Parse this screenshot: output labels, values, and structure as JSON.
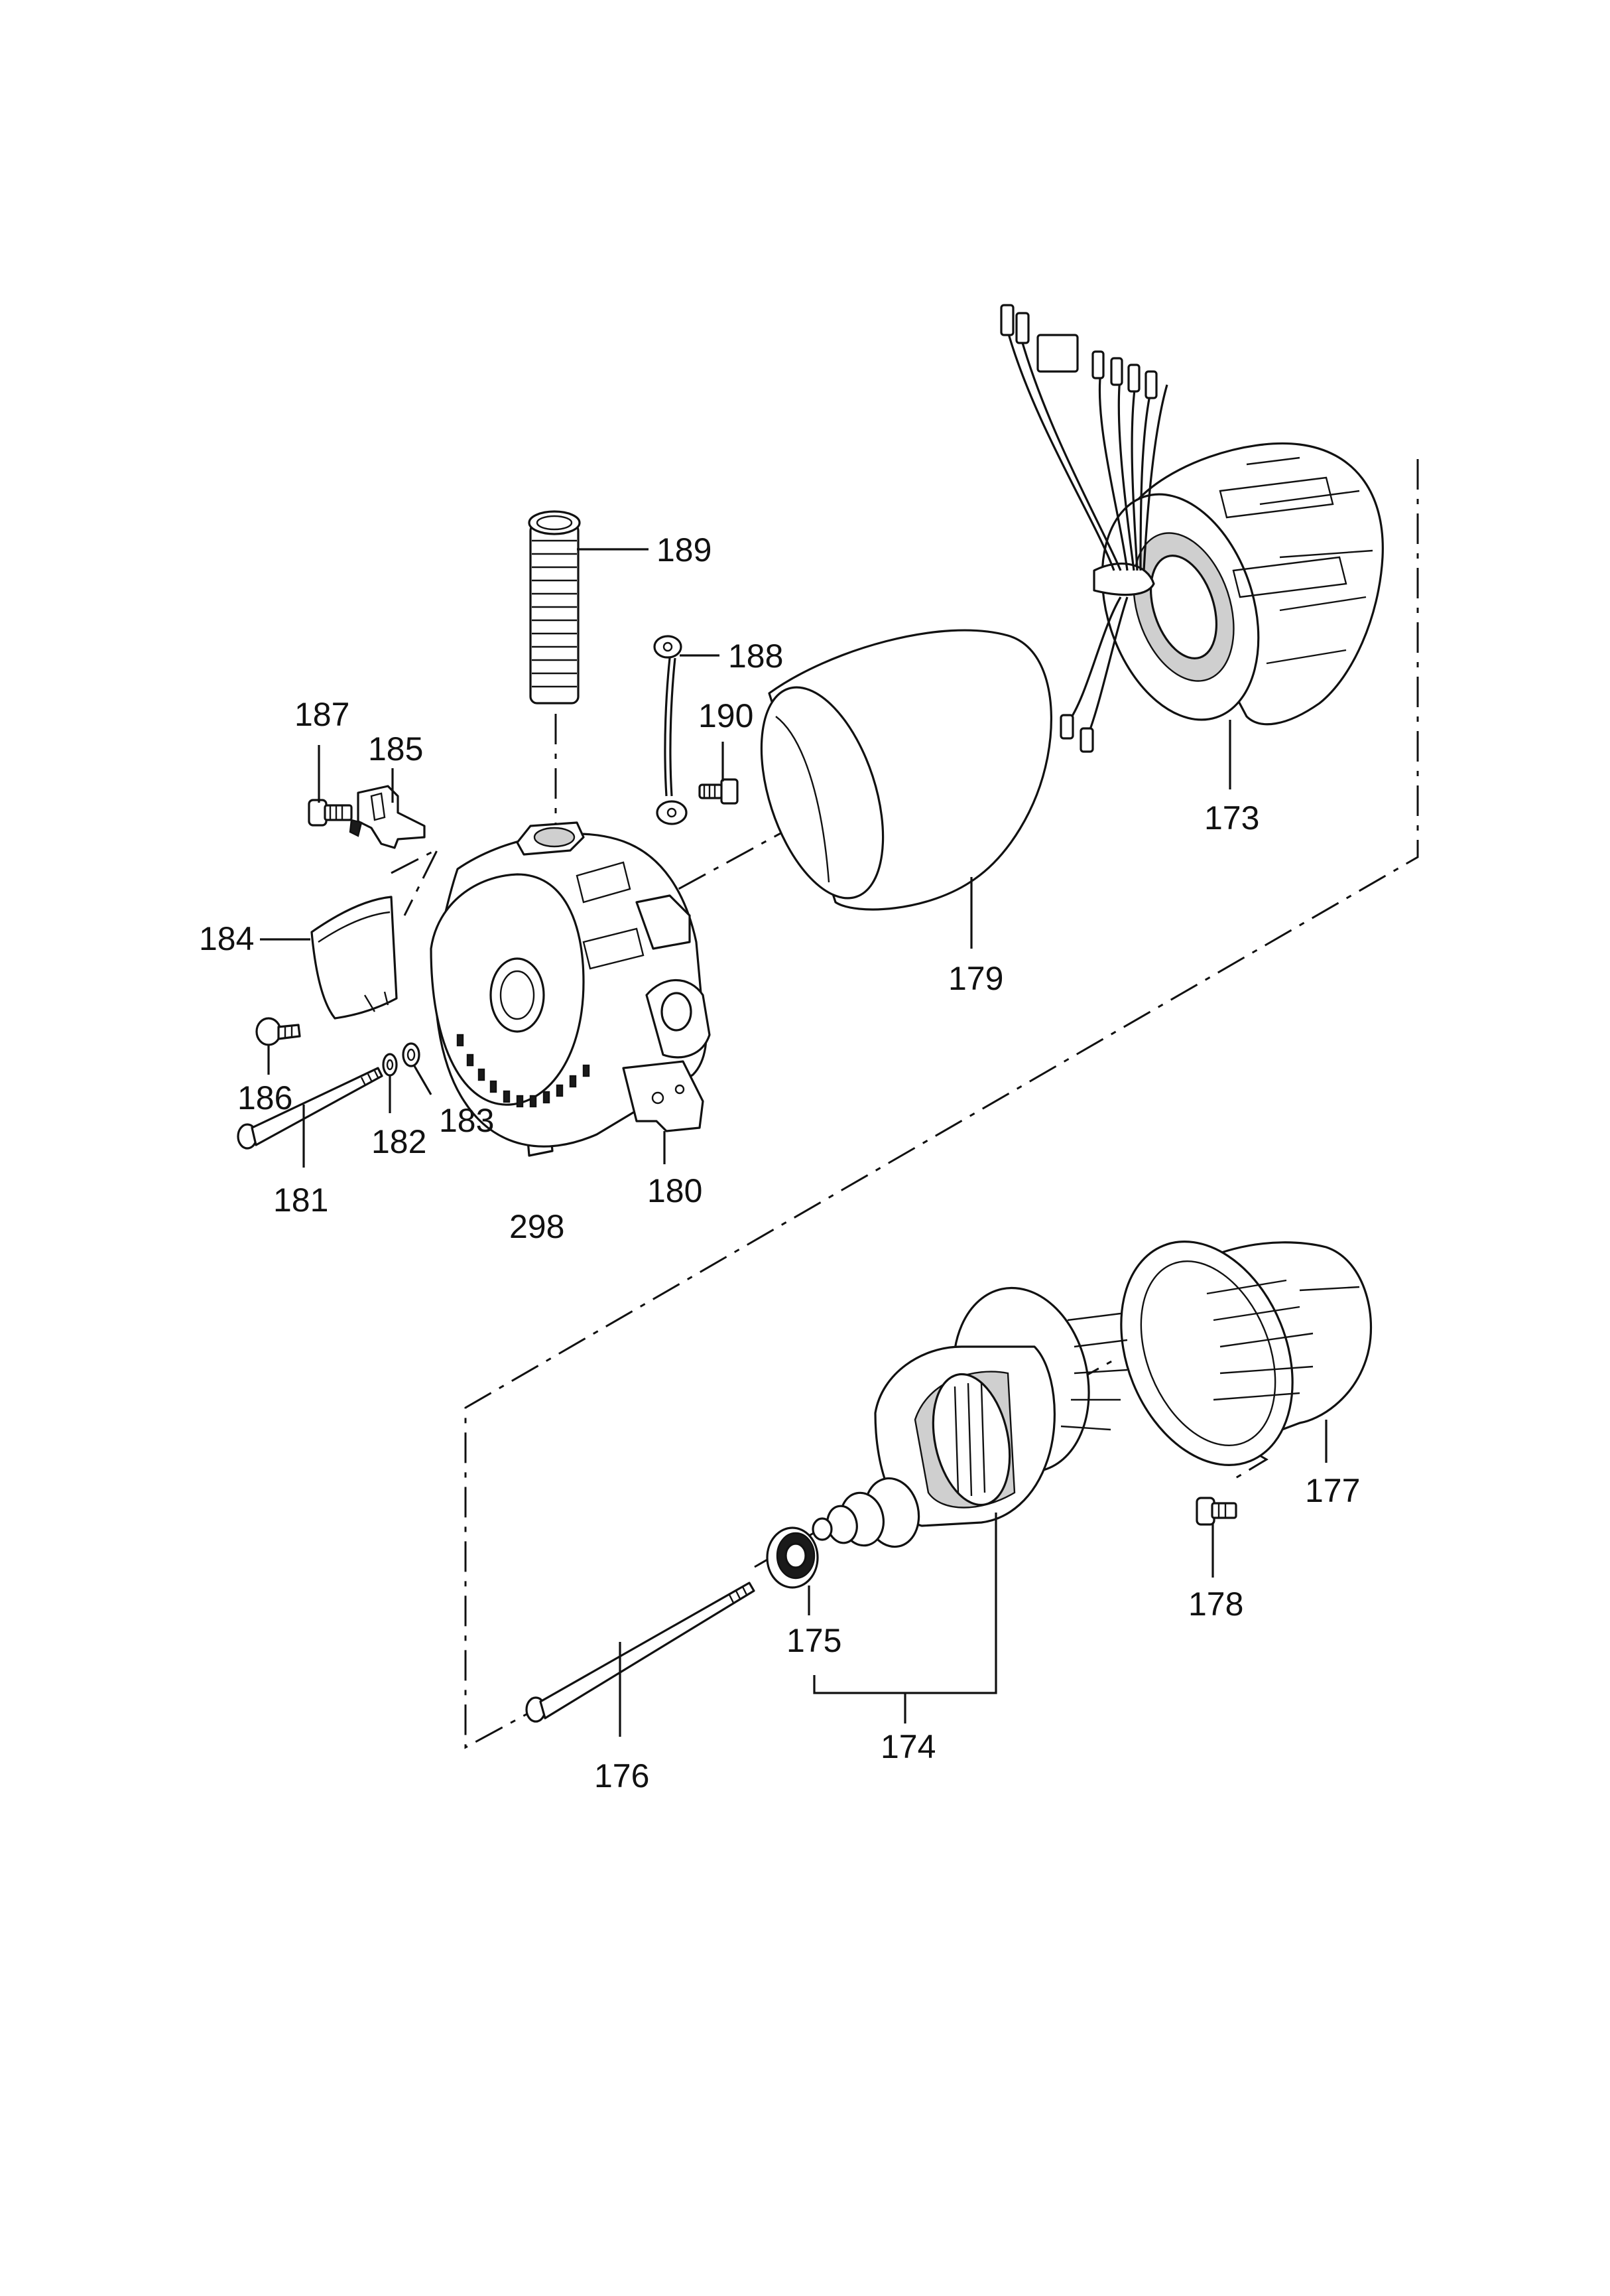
{
  "diagram": {
    "type": "exploded-parts-view",
    "callouts": {
      "p173": "173",
      "p174": "174",
      "p175": "175",
      "p176": "176",
      "p177": "177",
      "p178": "178",
      "p179": "179",
      "p180": "180",
      "p181": "181",
      "p182": "182",
      "p183": "183",
      "p184": "184",
      "p185": "185",
      "p186": "186",
      "p187": "187",
      "p188": "188",
      "p189": "189",
      "p190": "190",
      "p298": "298"
    }
  }
}
